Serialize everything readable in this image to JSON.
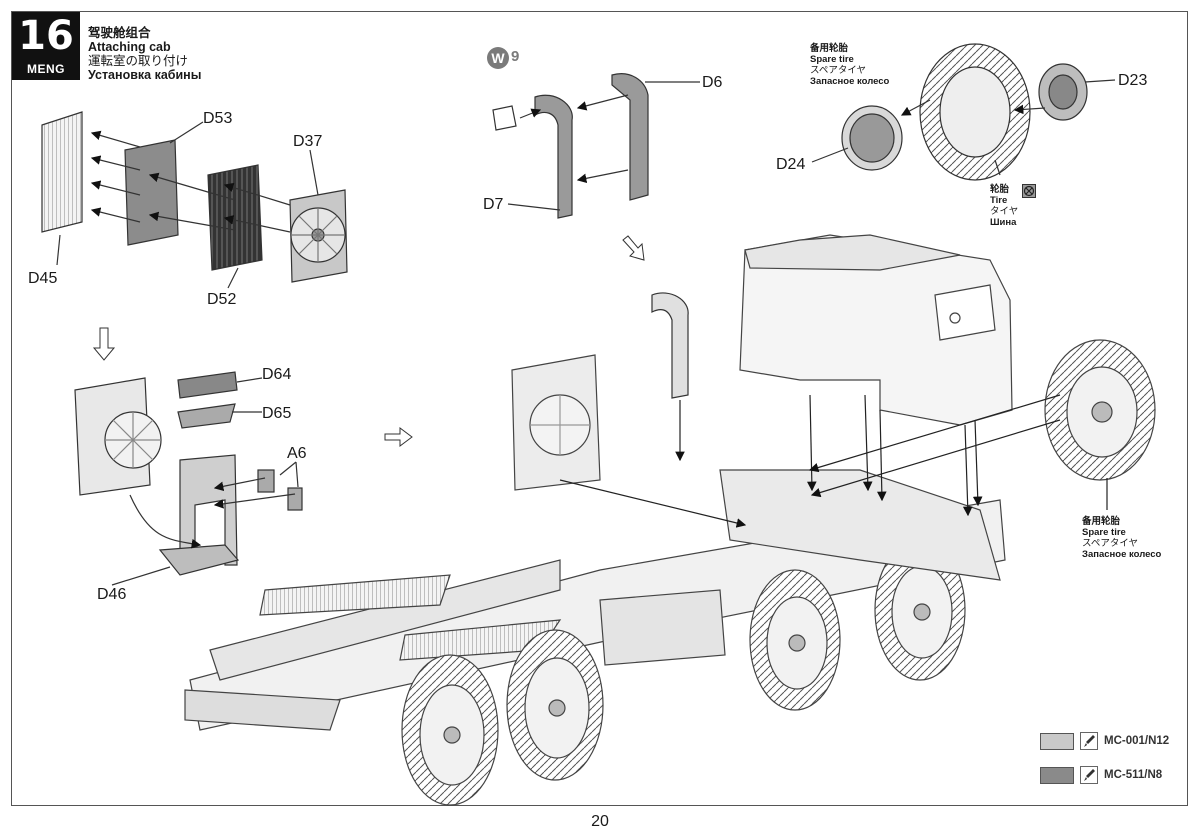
{
  "step": {
    "number": "16",
    "brand": "MENG"
  },
  "title": {
    "zh": "驾驶舱组合",
    "en": "Attaching cab",
    "ja": "運転室の取り付け",
    "ru": "Установка кабины"
  },
  "parts": {
    "d53": "D53",
    "d37": "D37",
    "d45": "D45",
    "d52": "D52",
    "d64": "D64",
    "d65": "D65",
    "a6": "A6",
    "d46": "D46",
    "d6": "D6",
    "d7": "D7",
    "d23": "D23",
    "d24": "D24"
  },
  "water_decal": {
    "letter": "W",
    "number": "9"
  },
  "spare_tire_top": {
    "zh": "备用轮胎",
    "en": "Spare tire",
    "ja": "スペアタイヤ",
    "ru": "Запасное колесо"
  },
  "tire_note": {
    "zh": "轮胎",
    "en": "Tire",
    "ja": "タイヤ",
    "ru": "Шина",
    "icon": "no-glue-icon"
  },
  "spare_tire_bottom": {
    "zh": "备用轮胎",
    "en": "Spare tire",
    "ja": "スペアタイヤ",
    "ru": "Запасное колесо"
  },
  "legend": [
    {
      "code": "MC-001/N12",
      "color": "#c9c9c9"
    },
    {
      "code": "MC-511/N8",
      "color": "#8a8a8a"
    }
  ],
  "page_number": "20"
}
